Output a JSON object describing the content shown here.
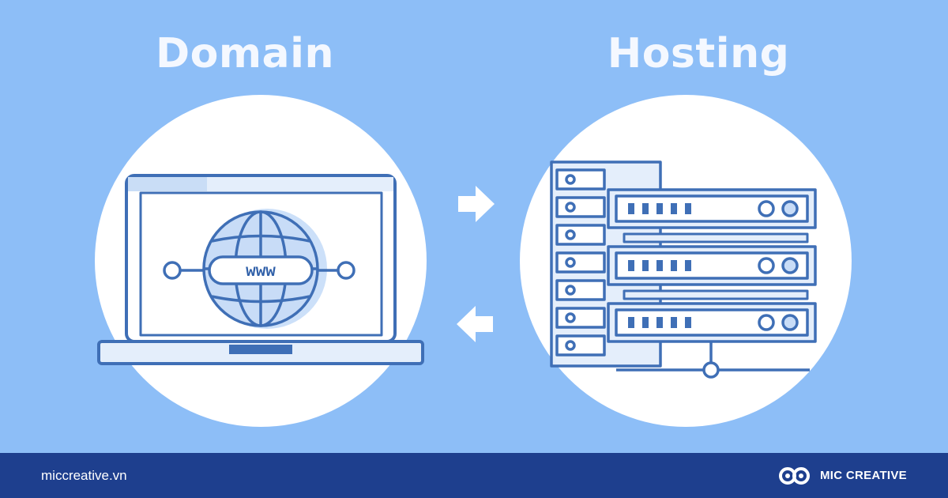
{
  "titles": {
    "domain": "Domain",
    "hosting": "Hosting"
  },
  "laptop": {
    "screen_text": "www",
    "icon": "globe-icon"
  },
  "server": {
    "icon": "server-rack-icon"
  },
  "arrows": {
    "to_hosting": "arrow-right-icon",
    "to_domain": "arrow-left-icon"
  },
  "footer": {
    "url": "miccreative.vn",
    "brand_name": "MIC CREATIVE",
    "brand_icon": "mic-creative-logo-icon"
  },
  "colors": {
    "background": "#8dbef7",
    "outline": "#3f6fb6",
    "fill_light": "#dbe9fb",
    "footer": "#1e3f8e",
    "white": "#ffffff"
  }
}
